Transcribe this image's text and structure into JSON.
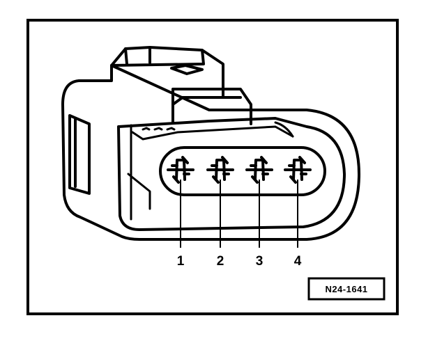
{
  "figure": {
    "reference_code": "N24-1641",
    "pins": [
      {
        "label": "1"
      },
      {
        "label": "2"
      },
      {
        "label": "3"
      },
      {
        "label": "4"
      }
    ]
  },
  "colors": {
    "ink": "#000000",
    "paper": "#ffffff"
  }
}
